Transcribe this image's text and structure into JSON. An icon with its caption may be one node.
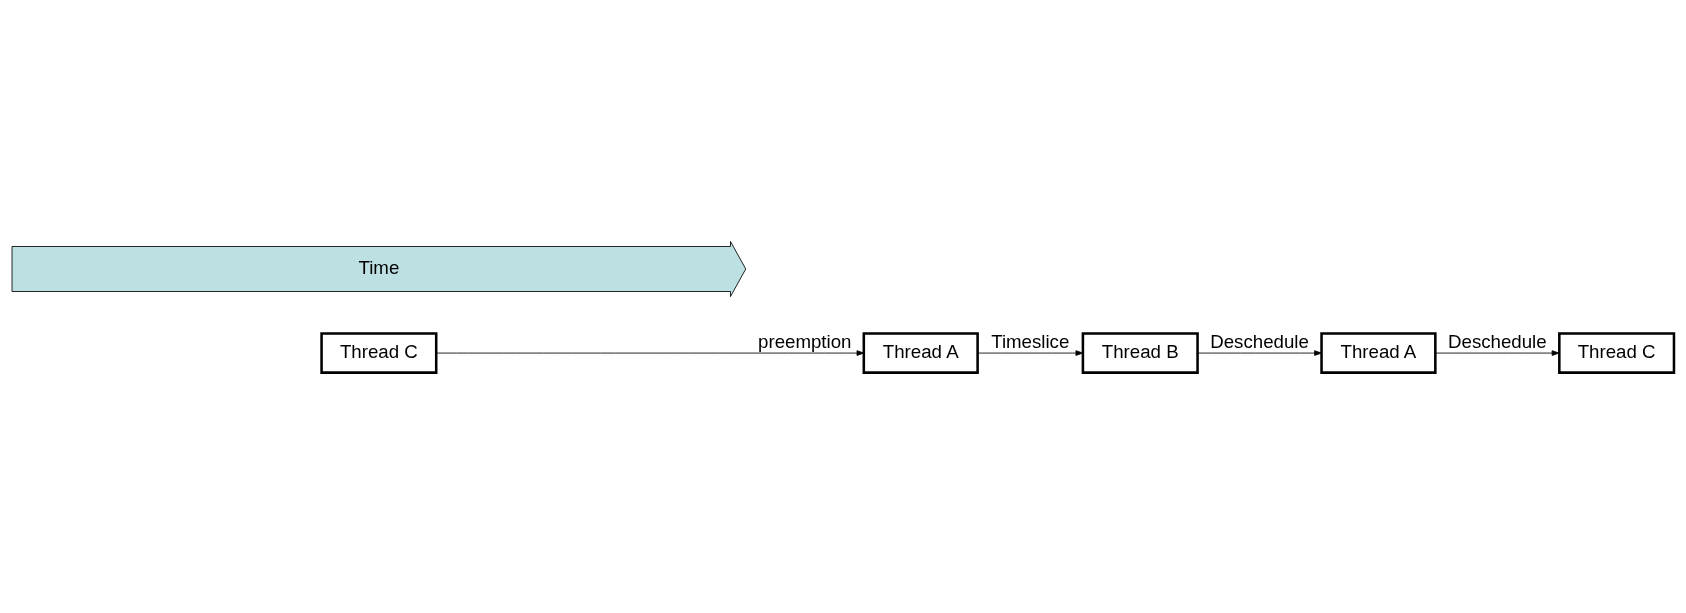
{
  "diagram": {
    "nodes": [
      {
        "text": [
          "Thread C"
        ]
      },
      {
        "text": [
          "Thread A"
        ]
      },
      {
        "text": [
          "Thread B"
        ]
      },
      {
        "text": [
          "Thread A"
        ]
      },
      {
        "text": [
          "Thread C"
        ]
      },
      {
        "text": [
          "Time"
        ]
      }
    ],
    "edges": [
      {
        "from": 0,
        "to": 1,
        "arrow": "to",
        "label": "preemption"
      },
      {
        "from": 1,
        "to": 2,
        "arrow": "to",
        "label": "Timeslice"
      },
      {
        "from": 2,
        "to": 3,
        "arrow": "to",
        "label": "Deschedule"
      },
      {
        "from": 3,
        "to": 4,
        "arrow": "to",
        "label": "Deschedule"
      }
    ]
  }
}
